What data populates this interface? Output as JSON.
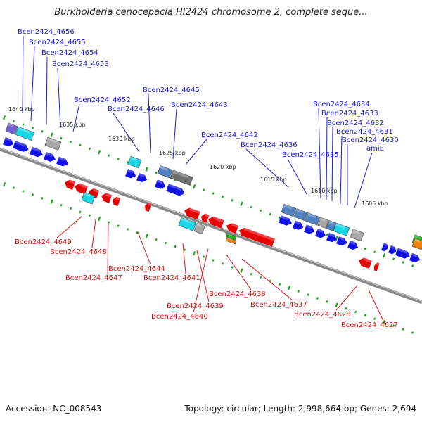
{
  "title": "Burkholderia cenocepacia HI2424 chromosome 2, complete seque...",
  "footer": {
    "accession": "Accession: NC_008543",
    "summary": "Topology: circular; Length: 2,998,664 bp; Genes: 2,694"
  },
  "colors": {
    "forward_cds": "#1010e8",
    "reverse_cds": "#e80000",
    "cyan_feature": "#18d8e8",
    "steelblue_feature": "#5080c0",
    "violet_feature": "#7060d0",
    "gray_feature": "#a8a8a8",
    "darkgray_feature": "#707070",
    "green_feature": "#18b818",
    "orange_feature": "#f08010",
    "backbone": "#888888",
    "tick_dot": "#18a818"
  },
  "kbp_labels": [
    "1640 kbp",
    "1635 kbp",
    "1630 kbp",
    "1625 kbp",
    "1620 kbp",
    "1615 kbp",
    "1610 kbp",
    "1605 kbp"
  ],
  "genes_top": [
    "Bcen2424_4656",
    "Bcen2424_4655",
    "Bcen2424_4654",
    "Bcen2424_4653",
    "Bcen2424_4652",
    "Bcen2424_4645",
    "Bcen2424_4646",
    "Bcen2424_4643",
    "Bcen2424_4642",
    "Bcen2424_4636",
    "Bcen2424_4635",
    "Bcen2424_4634",
    "Bcen2424_4633",
    "Bcen2424_4632",
    "Bcen2424_4631",
    "Bcen2424_4630",
    "amiE"
  ],
  "genes_bottom": [
    "Bcen2424_4649",
    "Bcen2424_4648",
    "Bcen2424_4647",
    "Bcen2424_4644",
    "Bcen2424_4641",
    "Bcen2424_4639",
    "Bcen2424_4640",
    "Bcen2424_4638",
    "Bcen2424_4637",
    "Bcen2424_4628",
    "Bcen2424_4627"
  ]
}
